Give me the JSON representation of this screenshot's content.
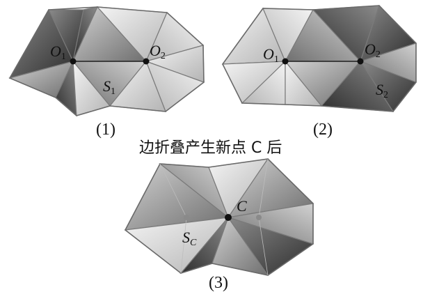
{
  "figure1": {
    "caption": "(1)",
    "vertex_left": {
      "base": "O",
      "sub": "1"
    },
    "vertex_right": {
      "base": "O",
      "sub": "2"
    },
    "region": {
      "base": "S",
      "sub": "1"
    }
  },
  "figure2": {
    "caption": "(2)",
    "vertex_left": {
      "base": "O",
      "sub": "1"
    },
    "vertex_right": {
      "base": "O",
      "sub": "2"
    },
    "region": {
      "base": "S",
      "sub": "2"
    }
  },
  "middle_caption": "边折叠产生新点 C 后",
  "figure3": {
    "caption": "(3)",
    "vertex": "C",
    "region": {
      "base": "S",
      "sub": "C"
    }
  },
  "colors": {
    "dark": "#3a3a3a",
    "mid": "#8f8f8f",
    "light": "#e6e6e6",
    "vertex": "#111111",
    "ghost_vertex": "#8a8a8a"
  }
}
